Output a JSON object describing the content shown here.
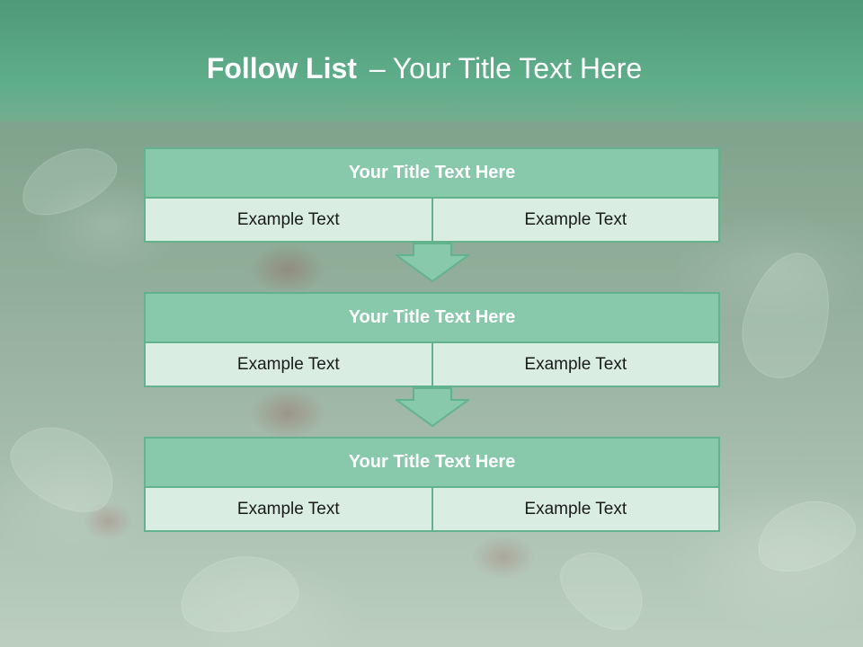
{
  "header": {
    "title_bold": "Follow List",
    "title_dash": "–",
    "title_rest": "Your Title Text Here"
  },
  "blocks": [
    {
      "title": "Your Title Text Here",
      "left": "Example Text",
      "right": "Example Text"
    },
    {
      "title": "Your Title Text Here",
      "left": "Example Text",
      "right": "Example Text"
    },
    {
      "title": "Your Title Text Here",
      "left": "Example Text",
      "right": "Example Text"
    }
  ],
  "colors": {
    "header_green": "#5fae8a",
    "block_title_fill": "#88c9ab",
    "block_border": "#62b28d",
    "cell_fill": "#d9ede2"
  },
  "icons": [
    "down-arrow-icon",
    "down-arrow-icon"
  ]
}
